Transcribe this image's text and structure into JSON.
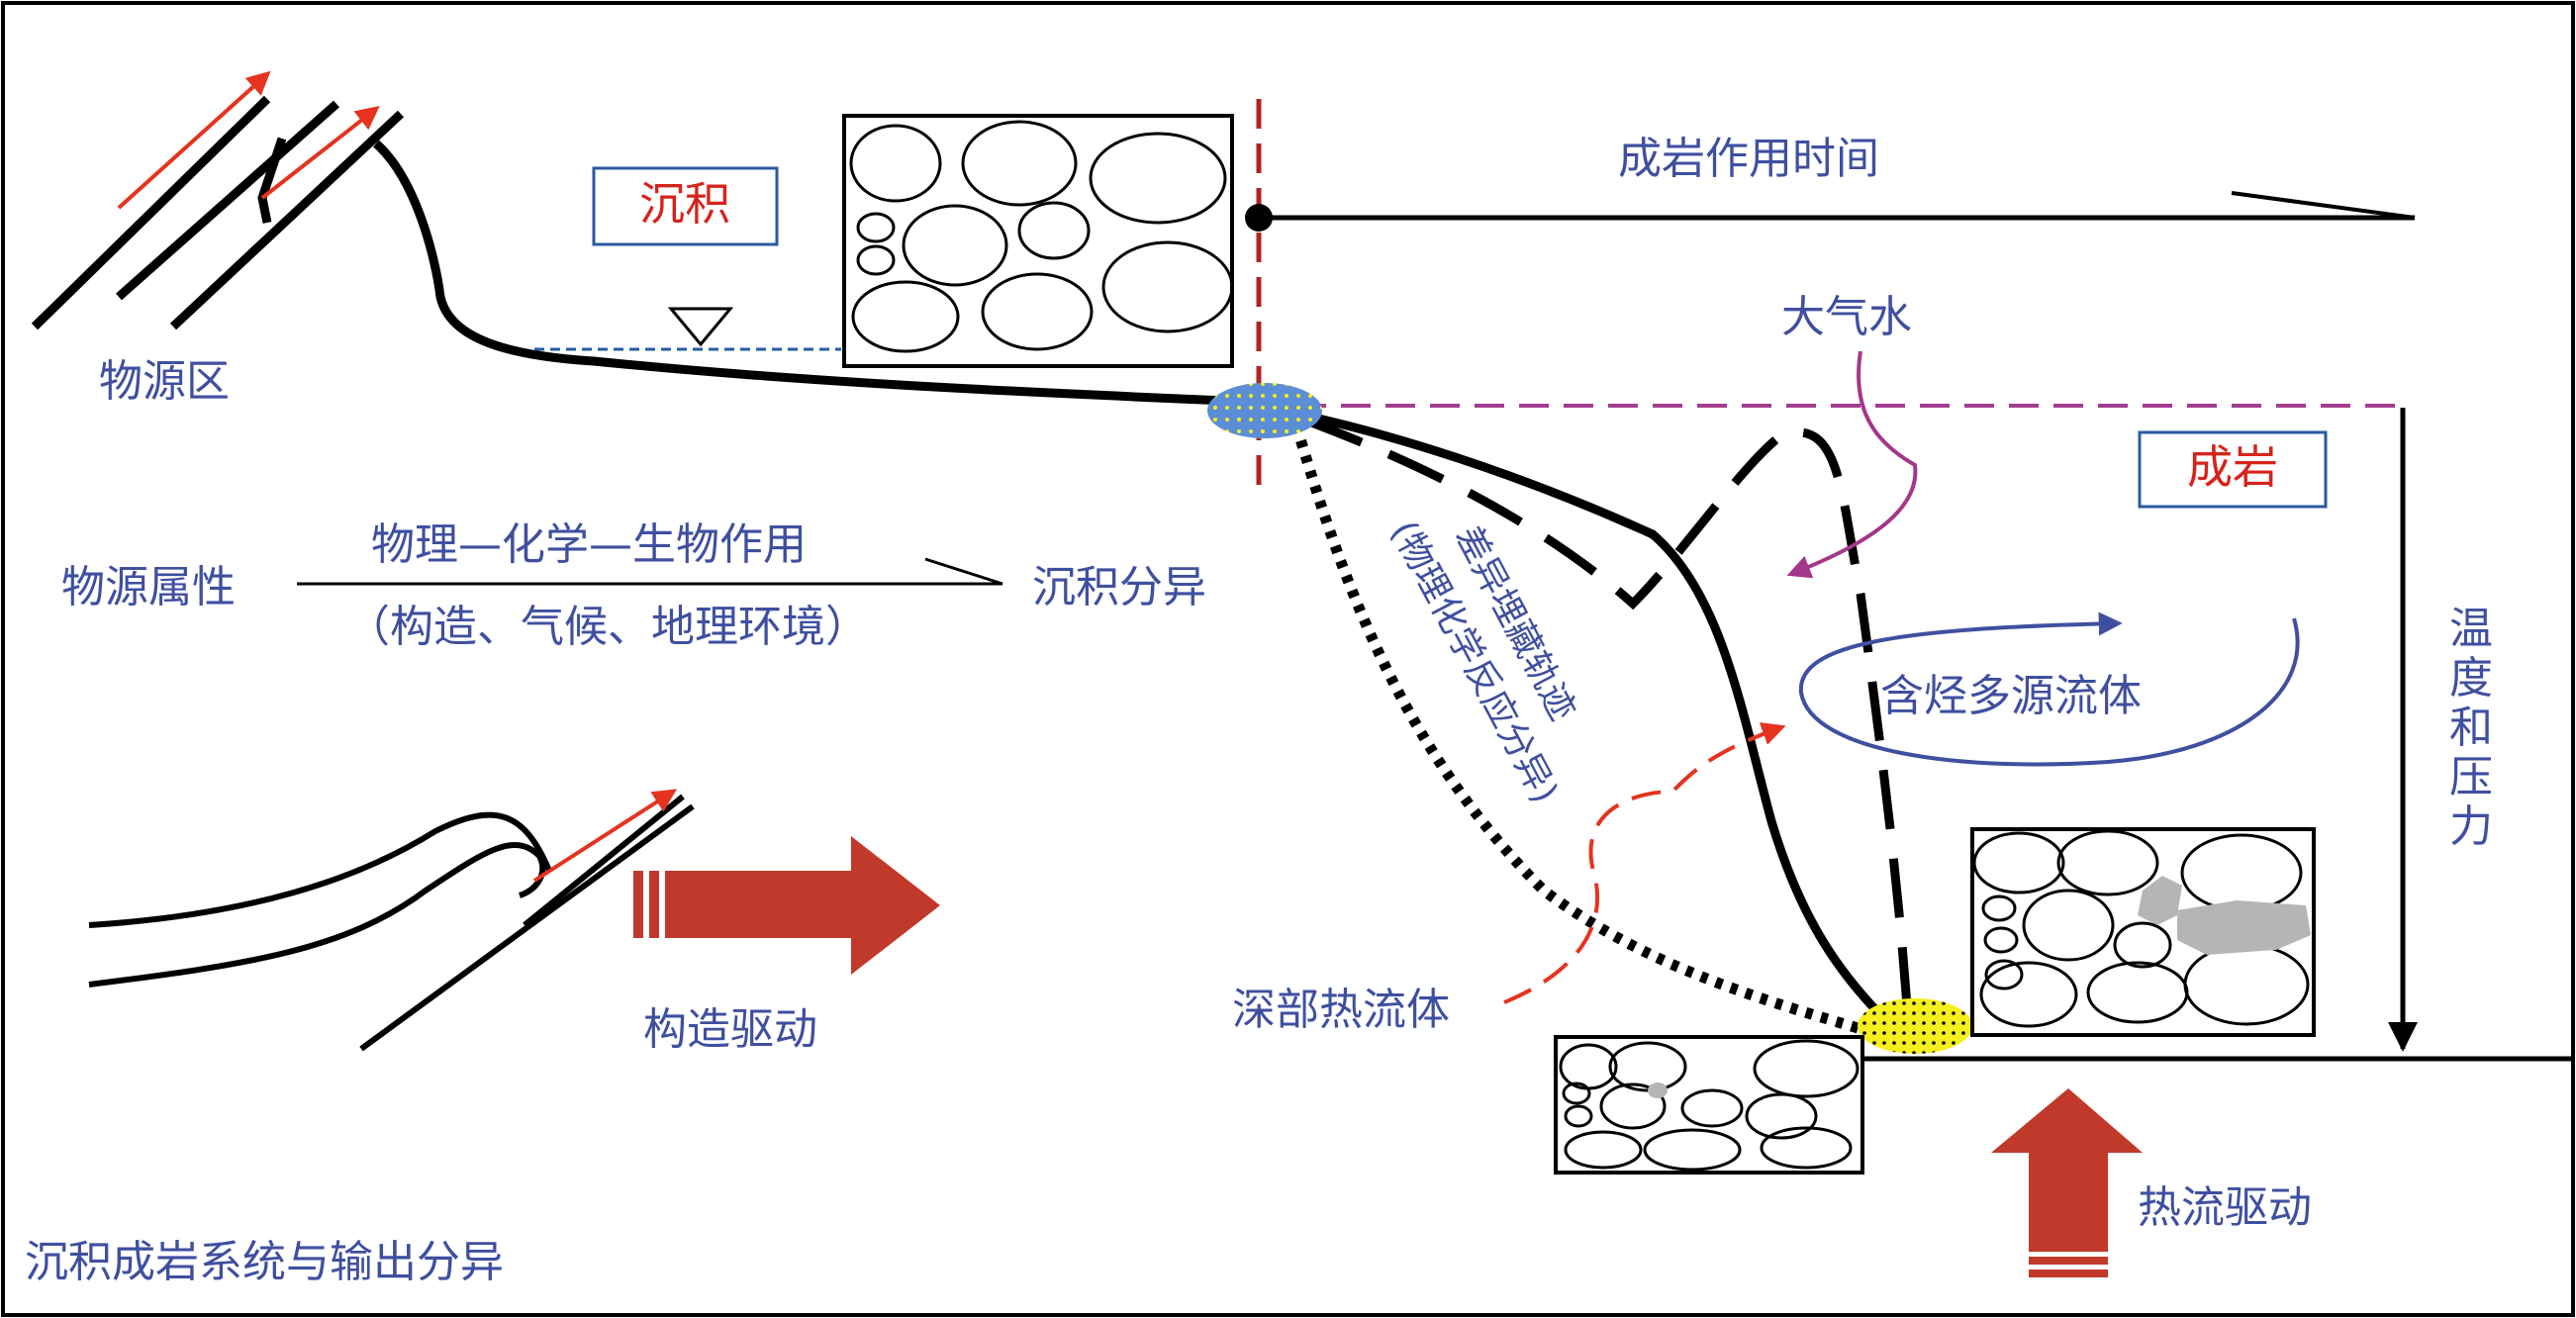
{
  "labels": {
    "source_area": "物源区",
    "deposition": "沉积",
    "diagenesis_time": "成岩作用时间",
    "meteoric_water": "大气水",
    "diagenesis": "成岩",
    "source_attribute": "物源属性",
    "process": "物理—化学—生物作用",
    "controls": "（构造、气候、地理环境）",
    "sedimentary_differentiation": "沉积分异",
    "burial_line1": "差异埋藏轨迹",
    "burial_line2": "(物理化学反应分异)",
    "hydrocarbon_fluid": "含烃多源流体",
    "temp_pressure": [
      "温",
      "度",
      "和",
      "压",
      "力"
    ],
    "deep_hot_fluid": "深部热流体",
    "tectonic_drive": "构造驱动",
    "heat_flow_drive": "热流驱动",
    "system_title": "沉积成岩系统与输出分异"
  },
  "colors": {
    "label_blue": "#3f4fa0",
    "label_red": "#d6231c",
    "arrow_red": "#c0392b",
    "dashed_red": "#b22222",
    "dashed_magenta": "#a33d8f",
    "purple_arrow": "#a3378a",
    "blob_blue": "#5b8ed6",
    "blob_yellow": "#f5ef1e",
    "grain_fill": "#b5b5b5"
  }
}
